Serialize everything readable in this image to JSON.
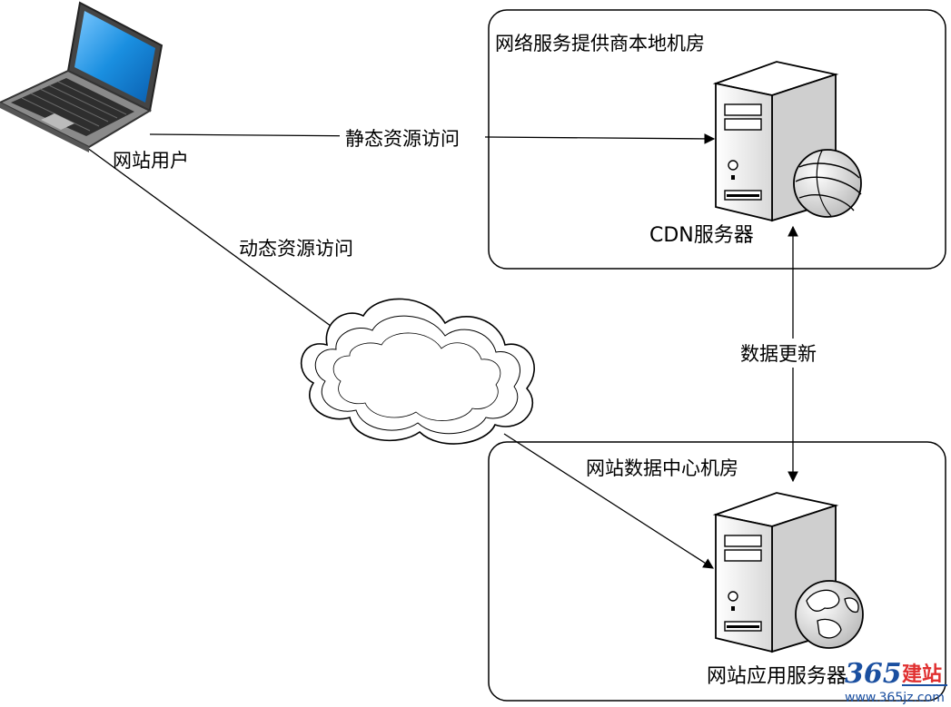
{
  "regions": {
    "cdn_room": "网络服务提供商本地机房",
    "datacenter_room": "网站数据中心机房"
  },
  "nodes": {
    "user": "网站用户",
    "cdn_server": "CDN服务器",
    "app_server": "网站应用服务器"
  },
  "edges": {
    "static_access": "静态资源访问",
    "dynamic_access": "动态资源访问",
    "data_update": "数据更新"
  },
  "watermark": {
    "text": "建站",
    "url": "www.365jz.com",
    "number": "365"
  },
  "colors": {
    "screen": "#1a8fe0",
    "laptop_body": "#6b6b6b",
    "server_body": "#f2f2f2",
    "watermark": "#1a4fa0",
    "watermark_accent": "#e03030"
  }
}
